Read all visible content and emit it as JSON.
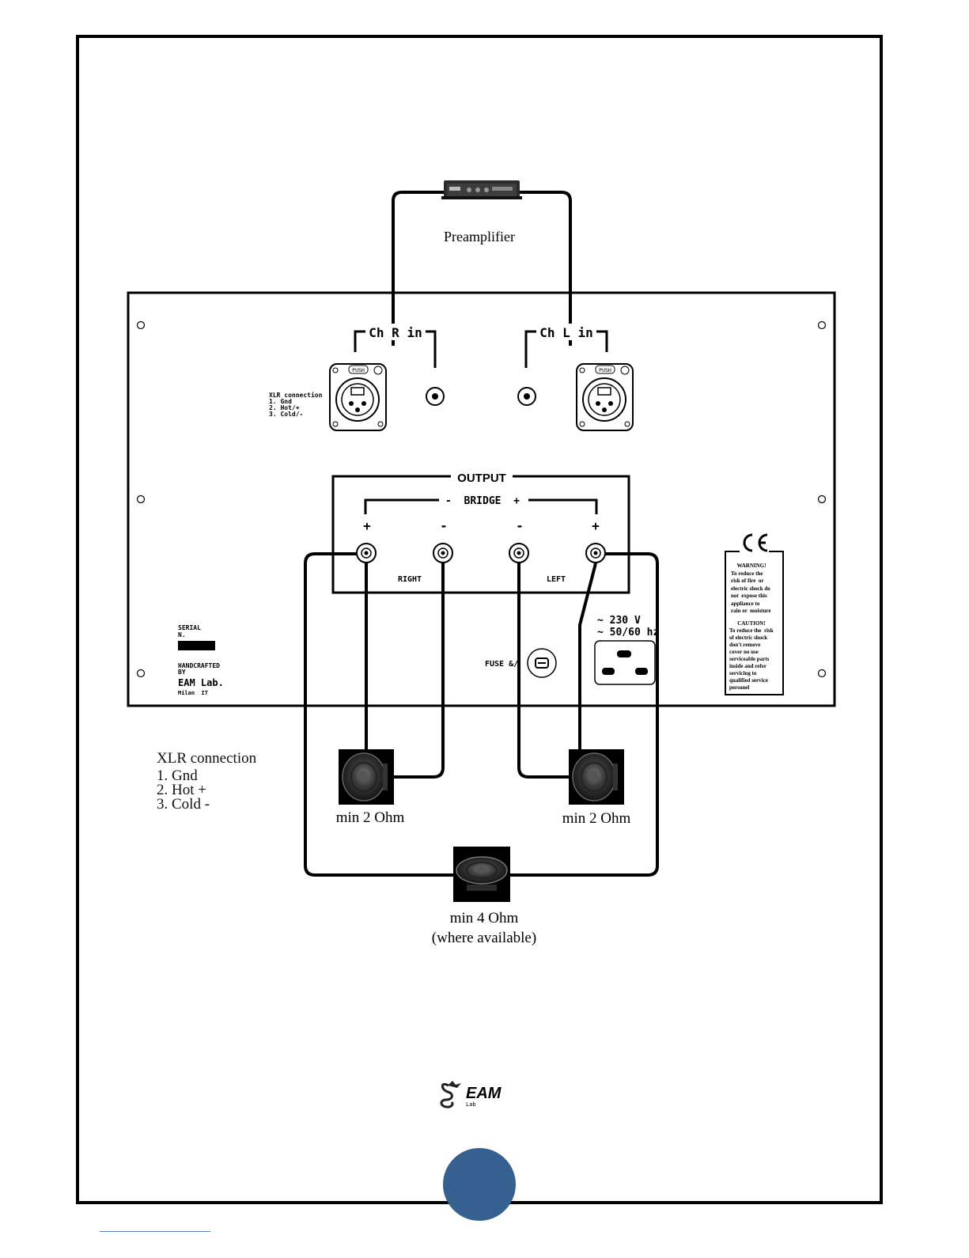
{
  "preamp": {
    "label": "Preamplifier"
  },
  "inputs": {
    "ch_r_label": "Ch R in",
    "ch_l_label": "Ch L in",
    "push_label": "PUSH",
    "xlr_small": {
      "title": "XLR connection",
      "lines": [
        "1. Gnd",
        "2. Hot/+",
        "3. Cold/-"
      ]
    }
  },
  "output": {
    "title": "OUTPUT",
    "bridge_label": "-  BRIDGE  +",
    "right_label": "RIGHT",
    "left_label": "LEFT",
    "polarity": [
      "+",
      "-",
      "-",
      "+"
    ]
  },
  "power": {
    "voltage": "~ 230 V",
    "frequency": "~ 50/60 hz",
    "fuse_label": "FUSE &/"
  },
  "serial": {
    "title": "SERIAL",
    "n": "N.",
    "handcrafted": "HANDCRAFTED",
    "by": "BY",
    "maker": "EAM Lab.",
    "city": "Milan  IT"
  },
  "warning": {
    "ce": "CE",
    "title": "WARNING!",
    "lines": [
      "To reduce the",
      "risk of fire  or",
      "electric shock do",
      "not  expose this",
      "appliance to",
      "rain or  moisture"
    ],
    "caution_title": "CAUTION!",
    "caution_lines": [
      "To reduce the  risk",
      "of electric shock",
      "don't remove",
      "cover no use",
      "serviceable parts",
      "inside and refer",
      "servicing to",
      "qualified service",
      "personel"
    ]
  },
  "speakers": {
    "left_impedance": "min 2 Ohm",
    "right_impedance": "min 2 Ohm",
    "bridge_impedance": "min 4 Ohm",
    "bridge_note": "(where available)"
  },
  "xlr_legend": {
    "title": "XLR connection",
    "lines": [
      "1. Gnd",
      "2. Hot +",
      "3. Cold -"
    ]
  },
  "logo": {
    "text": "EAM",
    "sub": "Lab"
  },
  "colors": {
    "page_circle": "#35608f",
    "frame": "#000000",
    "rule": "#5b7fc4"
  }
}
